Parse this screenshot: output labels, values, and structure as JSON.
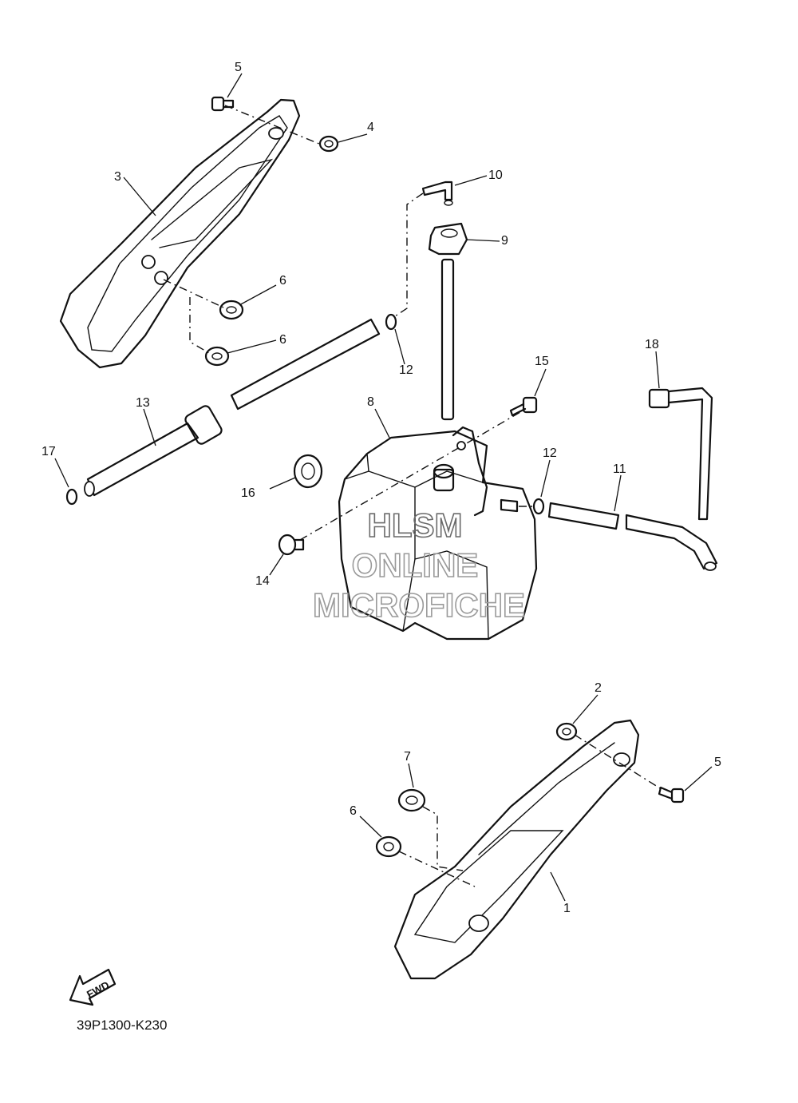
{
  "callouts": {
    "c1": "1",
    "c2": "2",
    "c3": "3",
    "c4": "4",
    "c5_top": "5",
    "c5_bottom": "5",
    "c6_a": "6",
    "c6_b": "6",
    "c6_c": "6",
    "c7": "7",
    "c8": "8",
    "c9": "9",
    "c10": "10",
    "c11": "11",
    "c12_a": "12",
    "c12_b": "12",
    "c13": "13",
    "c14": "14",
    "c15": "15",
    "c16": "16",
    "c17": "17",
    "c18": "18"
  },
  "watermark": {
    "line1": "HLSM",
    "line2": "ONLINE",
    "line3": "MICROFICHE"
  },
  "fwd_label": "FWD",
  "diagram_code": "39P1300-K230"
}
